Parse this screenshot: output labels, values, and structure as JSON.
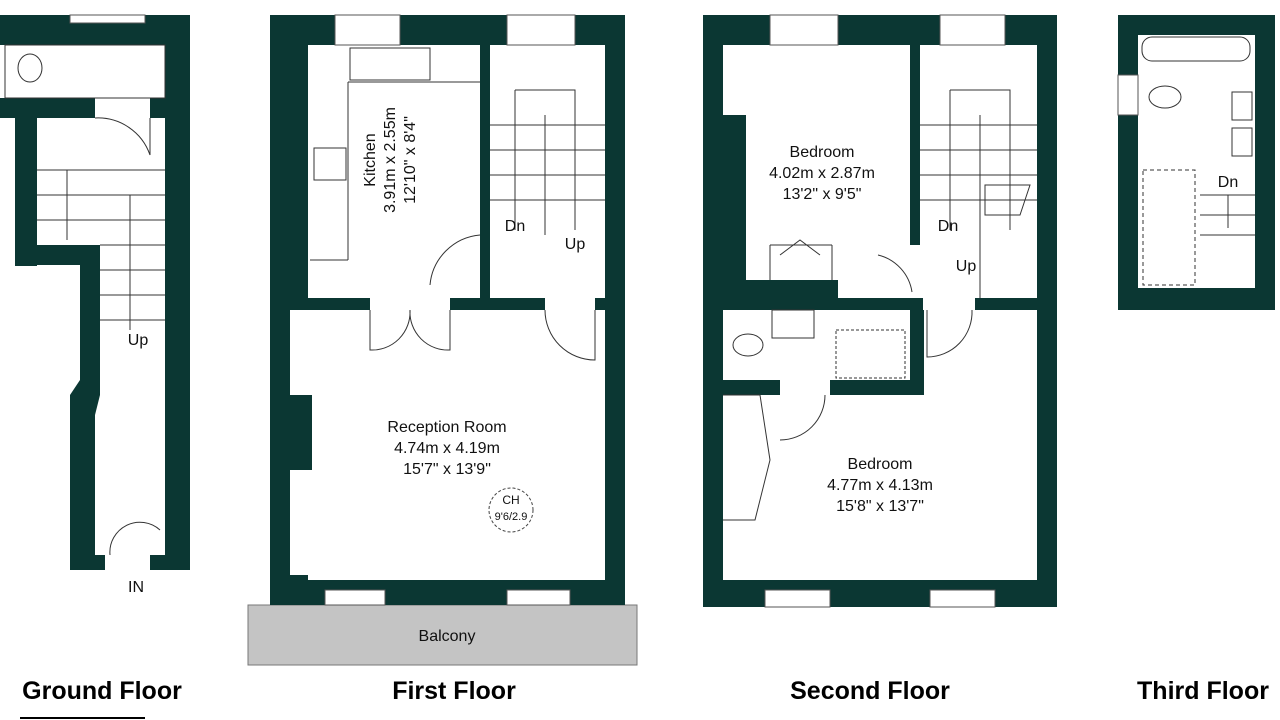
{
  "colors": {
    "wall": "#0b3733",
    "balcony": "#c4c4c4"
  },
  "floors": {
    "ground": {
      "title": "Ground Floor",
      "up": "Up",
      "entrance": "IN"
    },
    "first": {
      "title": "First Floor",
      "kitchen": {
        "name": "Kitchen",
        "metric": "3.91m x 2.55m",
        "imperial": "12'10\" x 8'4\""
      },
      "reception": {
        "name": "Reception Room",
        "metric": "4.74m x 4.19m",
        "imperial": "15'7\" x 13'9\""
      },
      "ceiling": {
        "label": "CH",
        "value": "9'6/2.9"
      },
      "dn": "Dn",
      "up": "Up",
      "balcony": "Balcony"
    },
    "second": {
      "title": "Second Floor",
      "bedroom1": {
        "name": "Bedroom",
        "metric": "4.02m x 2.87m",
        "imperial": "13'2\" x 9'5\""
      },
      "bedroom2": {
        "name": "Bedroom",
        "metric": "4.77m x 4.13m",
        "imperial": "15'8\" x 13'7\""
      },
      "dn": "Dn",
      "up": "Up"
    },
    "third": {
      "title": "Third Floor",
      "dn": "Dn"
    }
  }
}
